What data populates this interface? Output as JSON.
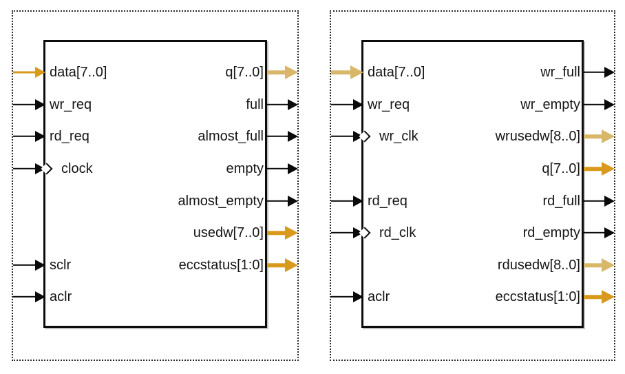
{
  "colors": {
    "bus_gold": "#D9991C",
    "bus_tan": "#D9B768",
    "signal_black": "#0A0A0A",
    "border": "#0C0C0C"
  },
  "blocks": [
    {
      "inputs": [
        {
          "label": "data[7..0]",
          "style": "signal-gold"
        },
        {
          "label": "wr_req",
          "style": "signal-black"
        },
        {
          "label": "rd_req",
          "style": "signal-black"
        },
        {
          "label": "clock",
          "style": "signal-black",
          "clock": true
        },
        {
          "label": "sclr",
          "style": "signal-black"
        },
        {
          "label": "aclr",
          "style": "signal-black"
        }
      ],
      "outputs": [
        {
          "label": "q[7..0]",
          "style": "bus-tan"
        },
        {
          "label": "full",
          "style": "signal-black"
        },
        {
          "label": "almost_full",
          "style": "signal-black"
        },
        {
          "label": "empty",
          "style": "signal-black"
        },
        {
          "label": "almost_empty",
          "style": "signal-black"
        },
        {
          "label": "usedw[7..0]",
          "style": "bus-gold"
        },
        {
          "label": "eccstatus[1:0]",
          "style": "bus-gold"
        }
      ]
    },
    {
      "inputs": [
        {
          "label": "data[7..0]",
          "style": "bus-tan"
        },
        {
          "label": "wr_req",
          "style": "signal-black"
        },
        {
          "label": "wr_clk",
          "style": "signal-black",
          "clock": true
        },
        {
          "label": "rd_req",
          "style": "signal-black"
        },
        {
          "label": "rd_clk",
          "style": "signal-black",
          "clock": true
        },
        {
          "label": "aclr",
          "style": "signal-black"
        }
      ],
      "outputs": [
        {
          "label": "wr_full",
          "style": "signal-black"
        },
        {
          "label": "wr_empty",
          "style": "signal-black"
        },
        {
          "label": "wrusedw[8..0]",
          "style": "bus-tan"
        },
        {
          "label": "q[7..0]",
          "style": "bus-gold"
        },
        {
          "label": "rd_full",
          "style": "signal-black"
        },
        {
          "label": "rd_empty",
          "style": "signal-black"
        },
        {
          "label": "rdusedw[8..0]",
          "style": "bus-tan"
        },
        {
          "label": "eccstatus[1:0]",
          "style": "bus-gold"
        }
      ]
    }
  ]
}
